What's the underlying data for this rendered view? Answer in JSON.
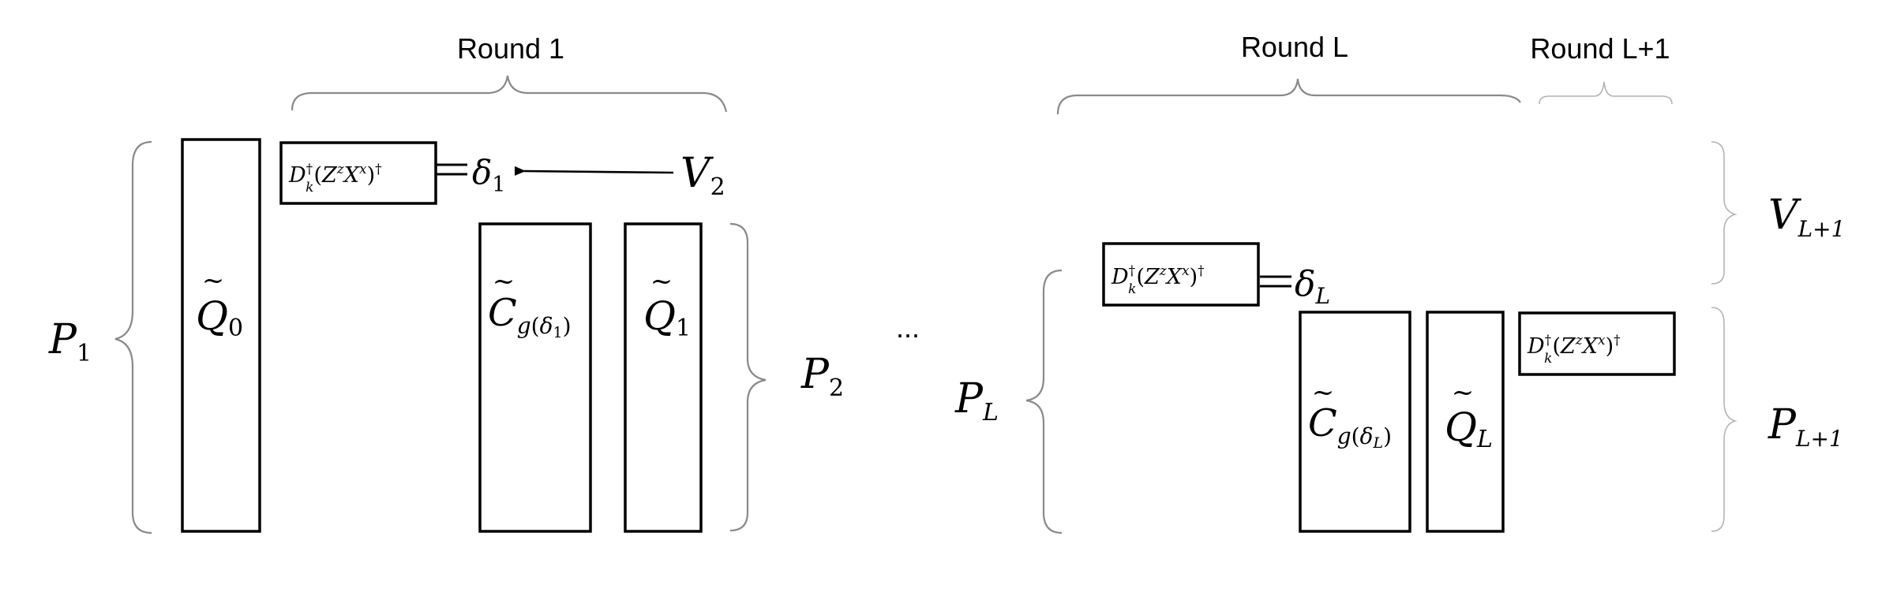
{
  "labels": {
    "round1": "Round 1",
    "roundL": "Round L",
    "roundL1": "Round L+1",
    "ellipsis": "..."
  },
  "math": {
    "P": "P",
    "V": "V",
    "Q": "Q",
    "C": "C",
    "D": "D",
    "delta": "δ",
    "dagger": "†",
    "Z": "Z",
    "X": "X",
    "z": "z",
    "x": "x",
    "k": "k",
    "g": "g",
    "sub0": "0",
    "sub1": "1",
    "sub2": "2",
    "subL": "L",
    "subL1": "L+1",
    "lparen": "(",
    "rparen": ")",
    "tilde": "~"
  }
}
